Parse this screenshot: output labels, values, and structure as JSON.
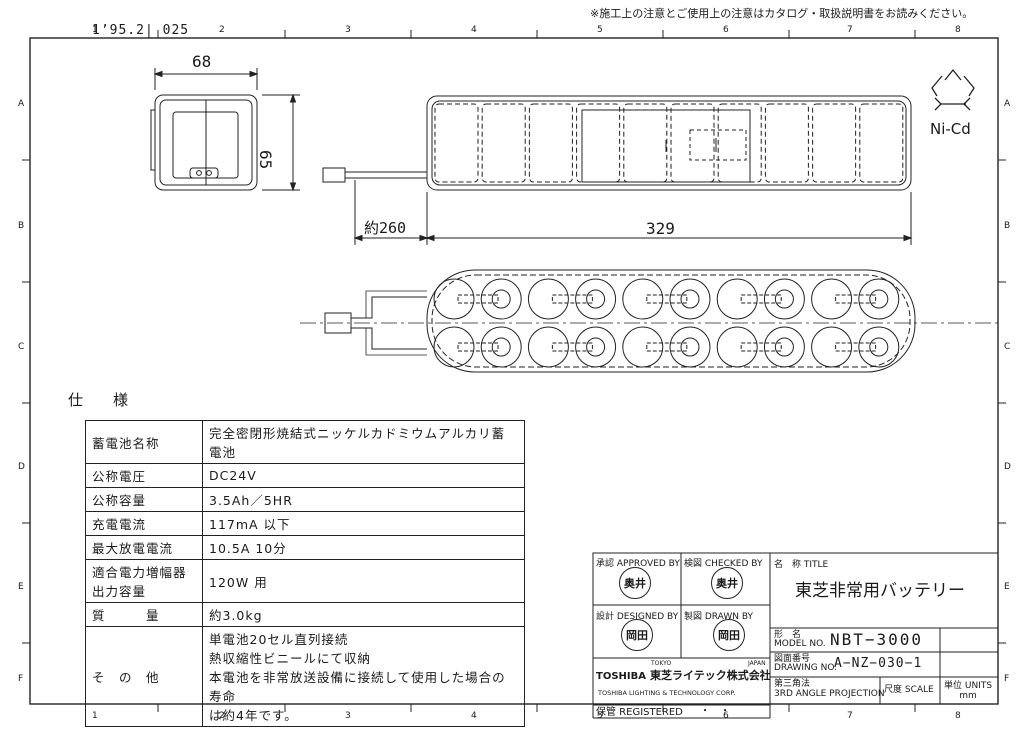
{
  "header": {
    "note": "※施工上の注意とご使用上の注意はカタログ・取扱説明書をお読みください。",
    "stamp_date": "1’95.2| 025"
  },
  "grid": {
    "columns": [
      "1",
      "2",
      "3",
      "4",
      "5",
      "6",
      "7",
      "8"
    ],
    "rows": [
      "A",
      "B",
      "C",
      "D",
      "E",
      "F"
    ]
  },
  "dimensions": {
    "width": "68",
    "height": "65",
    "cable": "約260",
    "length": "329"
  },
  "recycle": {
    "label": "Ni-Cd"
  },
  "spec": {
    "title": "仕　　様",
    "rows": [
      {
        "key": "蓄電池名称",
        "value": "完全密閉形焼結式ニッケルカドミウムアルカリ蓄電池"
      },
      {
        "key": "公称電圧",
        "value": "DC24V"
      },
      {
        "key": "公称容量",
        "value": "3.5Ah／5HR"
      },
      {
        "key": "充電電流",
        "value": "117mA 以下"
      },
      {
        "key": "最大放電電流",
        "value": "10.5A 10分"
      },
      {
        "key": "適合電力増幅器\n出力容量",
        "value": "120W 用"
      },
      {
        "key": "質　　　量",
        "value": "約3.0kg"
      },
      {
        "key": "そ　の　他",
        "value": "単電池20セル直列接続\n熱収縮性ビニールにて収納\n本電池を非常放送設備に接続して使用した場合の寿命\nは約4年です。"
      }
    ]
  },
  "title_block": {
    "approved": "承認 APPROVED BY",
    "checked": "検図 CHECKED BY",
    "designed": "設計 DESIGNED BY",
    "drawn": "製図 DRAWN BY",
    "stamp_approved": "奥井",
    "stamp_checked": "奥井",
    "stamp_designed": "岡田",
    "stamp_drawn": "岡田",
    "name_label": "名　称 TITLE",
    "name_value": "東芝非常用バッテリー",
    "model_label": "形　名\nMODEL NO.",
    "model_value": "NBT−3000",
    "drawing_label": "図面番号\nDRAWING NO.",
    "drawing_value": "A−NZ−030−1",
    "company_brand": "TOSHIBA",
    "company_tokyo": "TOKYO",
    "company_japan": "JAPAN",
    "company_jp": "東芝ライテック株式会社",
    "company_en": "TOSHIBA LIGHTING & TECHNOLOGY CORP.",
    "projection": "第三角法\n3RD ANGLE PROJECTION",
    "scale": "尺度 SCALE",
    "units": "単位 UNITS\nmm",
    "registered": "保管 REGISTERED",
    "registered_dots": "・　・"
  }
}
